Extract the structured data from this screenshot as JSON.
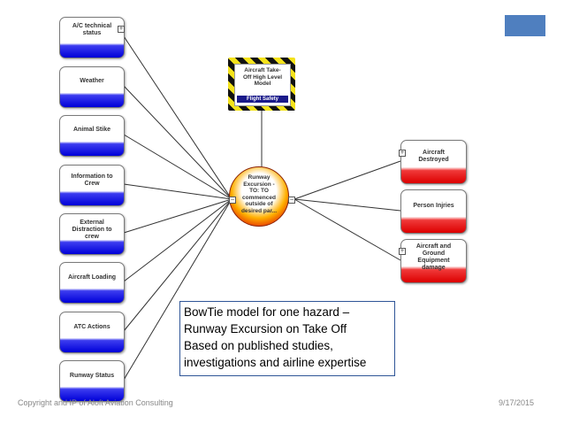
{
  "threats": [
    {
      "label": "A/C technical\nstatus"
    },
    {
      "label": "Weather"
    },
    {
      "label": "Animal Stike"
    },
    {
      "label": "Information to\nCrew"
    },
    {
      "label": "External\nDistraction to\ncrew"
    },
    {
      "label": "Aircraft Loading"
    },
    {
      "label": "ATC Actions"
    },
    {
      "label": "Runway Status"
    }
  ],
  "hazard": {
    "title": "Aircraft Take-\nOff High Level\nModel",
    "category": "Flight Safety"
  },
  "top_event": {
    "label": "Runway\nExcursion -\nTO: TO\ncommenced\noutside of\ndesired par..."
  },
  "consequences": [
    {
      "label": "Aircraft\nDestroyed"
    },
    {
      "label": "Person Injries"
    },
    {
      "label": "Aircraft and\nGround\nEquipment\ndamage"
    }
  ],
  "note": {
    "line1": "BowTie model for one hazard –",
    "line2": "Runway Excursion on Take Off",
    "line3": "Based on published studies,",
    "line4": "investigations and airline expertise"
  },
  "footer": {
    "copyright": "Copyright and IP of Aloft Aviation Consulting",
    "date": "9/17/2015"
  },
  "colors": {
    "threat_band": "#0000d8",
    "consequence_band": "#dc0000",
    "note_border": "#2f5597",
    "corner_box": "#4f7fbf"
  }
}
